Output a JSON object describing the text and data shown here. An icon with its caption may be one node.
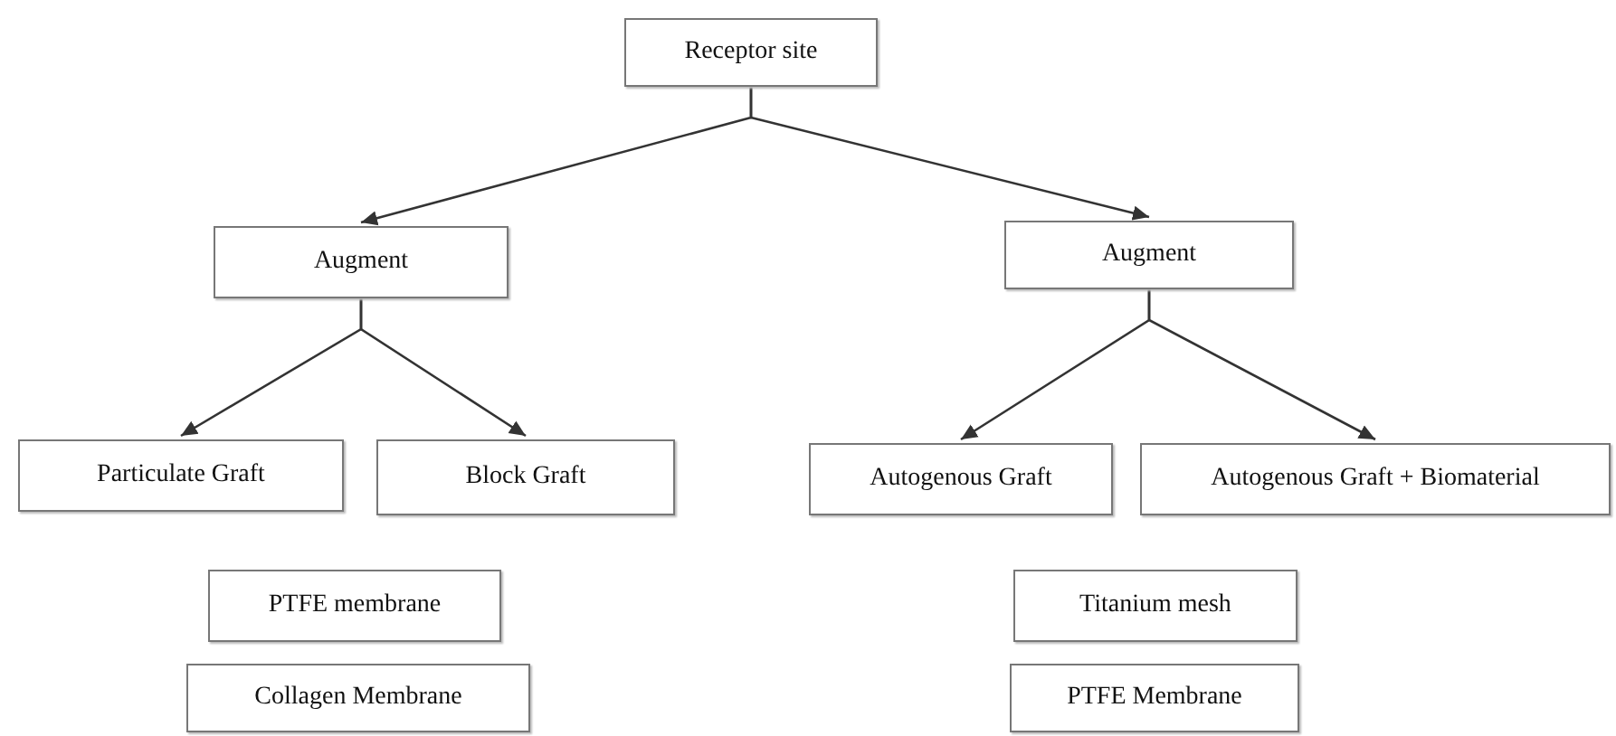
{
  "diagram": {
    "nodes": [
      {
        "text": [
          "Receptor site"
        ]
      },
      {
        "text": [
          "Augment"
        ]
      },
      {
        "text": [
          "Augment"
        ]
      },
      {
        "text": [
          "Particulate Graft"
        ]
      },
      {
        "text": [
          "Block Graft"
        ]
      },
      {
        "text": [
          "Autogenous Graft"
        ]
      },
      {
        "text": [
          "Autogenous Graft + Biomaterial"
        ]
      },
      {
        "text": [
          "PTFE membrane"
        ]
      },
      {
        "text": [
          "Collagen Membrane"
        ]
      },
      {
        "text": [
          "Titanium mesh"
        ]
      },
      {
        "text": [
          "PTFE Membrane"
        ]
      }
    ],
    "edges": [
      {
        "from": 0,
        "to": 1,
        "arrow": "to"
      },
      {
        "from": 0,
        "to": 2,
        "arrow": "to"
      },
      {
        "from": 1,
        "to": 3,
        "arrow": "to"
      },
      {
        "from": 1,
        "to": 4,
        "arrow": "to"
      },
      {
        "from": 2,
        "to": 5,
        "arrow": "to"
      },
      {
        "from": 2,
        "to": 6,
        "arrow": "to"
      }
    ]
  }
}
